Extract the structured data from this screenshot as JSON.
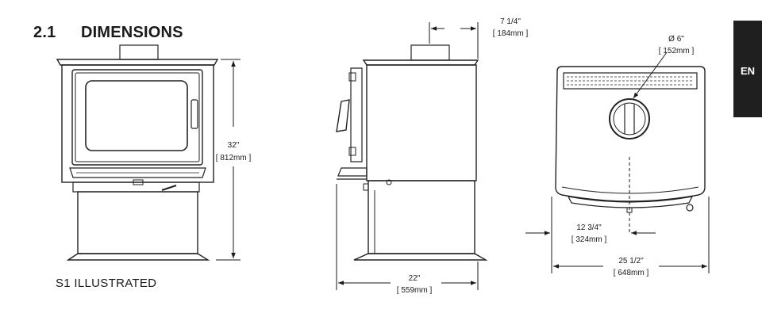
{
  "section": {
    "number": "2.1",
    "title": "DIMENSIONS"
  },
  "caption": "S1 ILLUSTRATED",
  "language_tab": "EN",
  "dimensions": {
    "height": {
      "imperial": "32\"",
      "metric": "[ 812mm ]"
    },
    "flue_offset": {
      "imperial": "7 1/4\"",
      "metric": "[ 184mm ]"
    },
    "depth": {
      "imperial": "22\"",
      "metric": "[ 559mm ]"
    },
    "flue_diameter": {
      "imperial": "Ø 6\"",
      "metric": "[ 152mm ]"
    },
    "flue_to_rear": {
      "imperial": "12 3/4\"",
      "metric": "[ 324mm ]"
    },
    "width": {
      "imperial": "25 1/2\"",
      "metric": "[ 648mm ]"
    }
  }
}
